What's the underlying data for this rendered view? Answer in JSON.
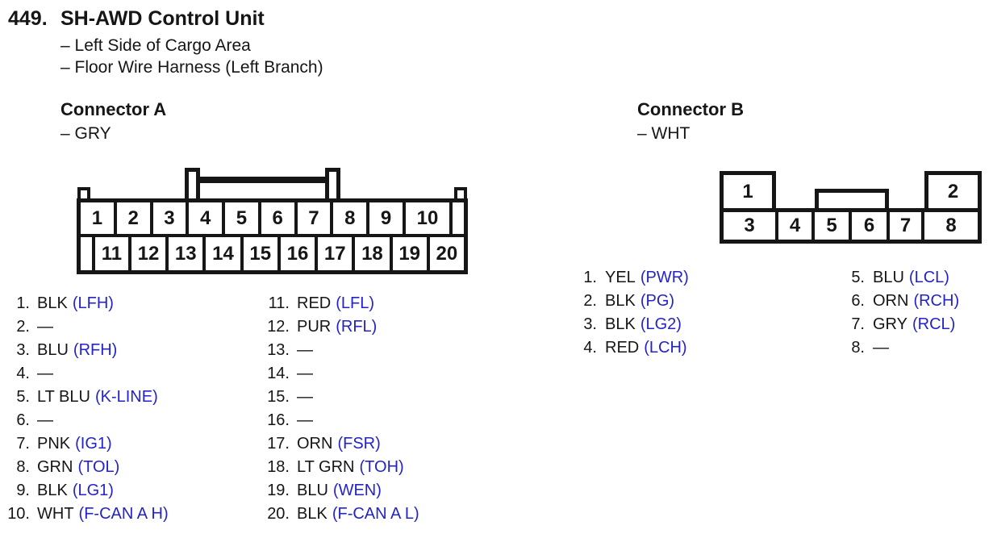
{
  "header": {
    "number": "449.",
    "title": "SH-AWD Control Unit",
    "subtitles": [
      "– Left Side of Cargo Area",
      "– Floor Wire Harness (Left Branch)"
    ]
  },
  "colors": {
    "ink": "#161616",
    "code_blue": "#2323c8"
  },
  "connector_a": {
    "heading": "Connector A",
    "color_note": "– GRY",
    "cavity_top": [
      "1",
      "2",
      "3",
      "4",
      "5",
      "6",
      "7",
      "8",
      "9",
      "10"
    ],
    "cavity_bottom": [
      "11",
      "12",
      "13",
      "14",
      "15",
      "16",
      "17",
      "18",
      "19",
      "20"
    ],
    "pins_col1": [
      {
        "num": "1.",
        "wire": "BLK",
        "code": "(LFH)"
      },
      {
        "num": "2.",
        "wire": "—",
        "code": ""
      },
      {
        "num": "3.",
        "wire": "BLU",
        "code": "(RFH)"
      },
      {
        "num": "4.",
        "wire": "—",
        "code": ""
      },
      {
        "num": "5.",
        "wire": "LT BLU",
        "code": "(K-LINE)"
      },
      {
        "num": "6.",
        "wire": "—",
        "code": ""
      },
      {
        "num": "7.",
        "wire": "PNK",
        "code": "(IG1)"
      },
      {
        "num": "8.",
        "wire": "GRN",
        "code": "(TOL)"
      },
      {
        "num": "9.",
        "wire": "BLK",
        "code": "(LG1)"
      },
      {
        "num": "10.",
        "wire": "WHT",
        "code": "(F-CAN A H)"
      }
    ],
    "pins_col2": [
      {
        "num": "11.",
        "wire": "RED",
        "code": "(LFL)"
      },
      {
        "num": "12.",
        "wire": "PUR",
        "code": "(RFL)"
      },
      {
        "num": "13.",
        "wire": "—",
        "code": ""
      },
      {
        "num": "14.",
        "wire": "—",
        "code": ""
      },
      {
        "num": "15.",
        "wire": "—",
        "code": ""
      },
      {
        "num": "16.",
        "wire": "—",
        "code": ""
      },
      {
        "num": "17.",
        "wire": "ORN",
        "code": "(FSR)"
      },
      {
        "num": "18.",
        "wire": "LT GRN",
        "code": "(TOH)"
      },
      {
        "num": "19.",
        "wire": "BLU",
        "code": "(WEN)"
      },
      {
        "num": "20.",
        "wire": "BLK",
        "code": "(F-CAN A L)"
      }
    ]
  },
  "connector_b": {
    "heading": "Connector B",
    "color_note": "– WHT",
    "cavity_top": [
      "1",
      "2"
    ],
    "cavity_bottom": [
      "3",
      "4",
      "5",
      "6",
      "7",
      "8"
    ],
    "pins_col1": [
      {
        "num": "1.",
        "wire": "YEL",
        "code": "(PWR)"
      },
      {
        "num": "2.",
        "wire": "BLK",
        "code": "(PG)"
      },
      {
        "num": "3.",
        "wire": "BLK",
        "code": "(LG2)"
      },
      {
        "num": "4.",
        "wire": "RED",
        "code": "(LCH)"
      }
    ],
    "pins_col2": [
      {
        "num": "5.",
        "wire": "BLU",
        "code": "(LCL)"
      },
      {
        "num": "6.",
        "wire": "ORN",
        "code": "(RCH)"
      },
      {
        "num": "7.",
        "wire": "GRY",
        "code": "(RCL)"
      },
      {
        "num": "8.",
        "wire": "—",
        "code": ""
      }
    ]
  }
}
